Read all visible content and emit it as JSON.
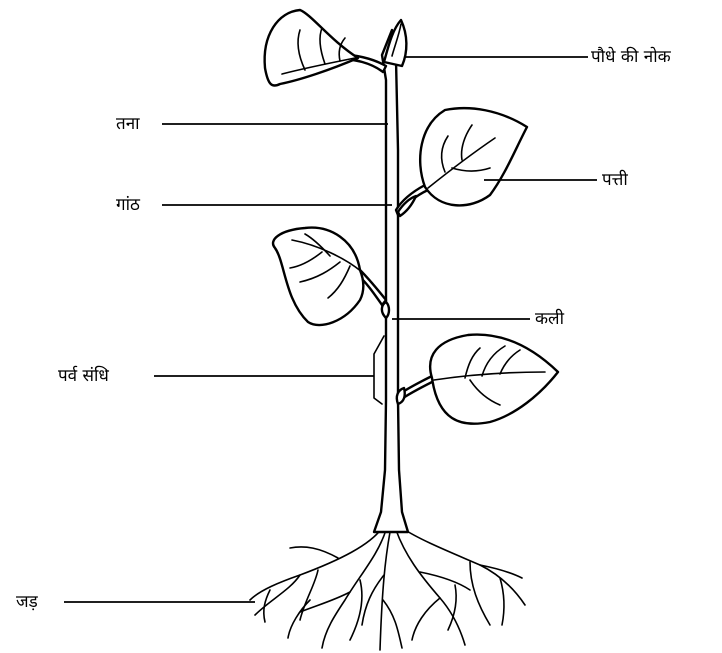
{
  "labels": {
    "tip": "पौधे की नोक",
    "stem": "तना",
    "node": "गांठ",
    "leaf": "पत्ती",
    "bud": "कली",
    "internode": "पर्व संधि",
    "root": "जड़"
  }
}
